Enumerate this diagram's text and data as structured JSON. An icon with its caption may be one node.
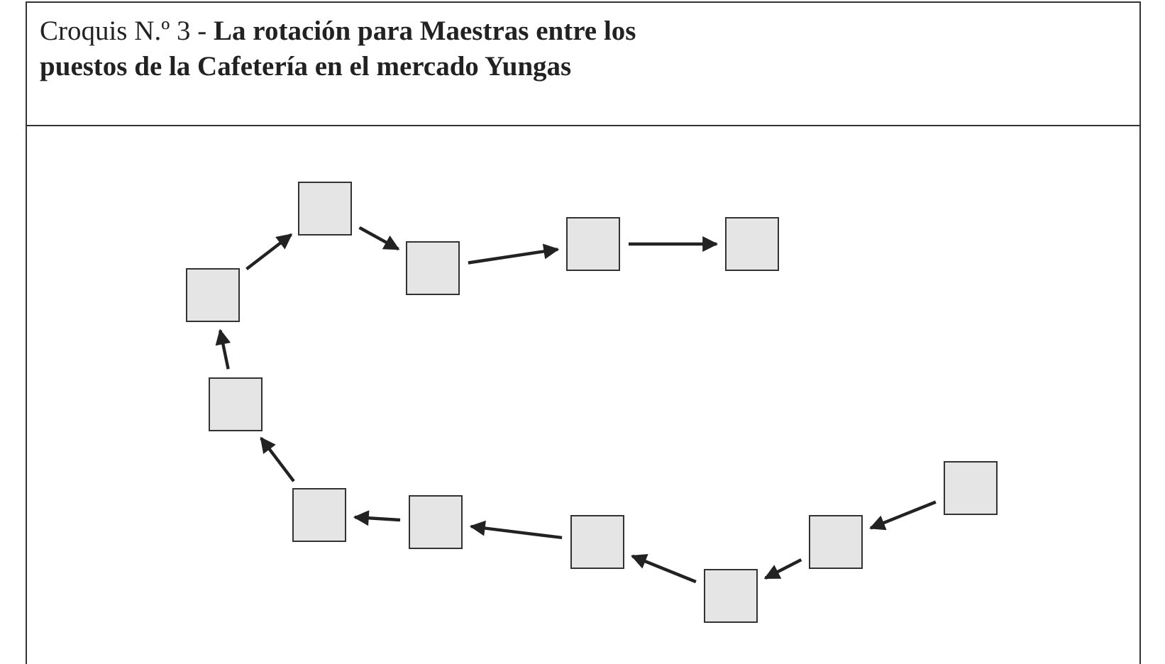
{
  "diagram": {
    "title": "Croquis N.º 3 - **La rotación para Maestras entre los puestos de la Cafetería en el mercado Yungas**",
    "nodes": [
      {
        "text": [],
        "shape": "box"
      },
      {
        "text": [],
        "shape": "box"
      },
      {
        "text": [],
        "shape": "box"
      },
      {
        "text": [],
        "shape": "box"
      },
      {
        "text": [],
        "shape": "box"
      },
      {
        "text": [],
        "shape": "box"
      },
      {
        "text": [],
        "shape": "box"
      },
      {
        "text": [],
        "shape": "box"
      },
      {
        "text": [],
        "shape": "box"
      },
      {
        "text": [],
        "shape": "box"
      },
      {
        "text": [],
        "shape": "box"
      },
      {
        "text": [],
        "shape": "box"
      }
    ],
    "edges": [
      {
        "from": 11,
        "to": 10,
        "arrow": "to"
      },
      {
        "from": 10,
        "to": 8,
        "arrow": "to"
      },
      {
        "from": 8,
        "to": 7,
        "arrow": "to"
      },
      {
        "from": 7,
        "to": 5,
        "arrow": "to"
      },
      {
        "from": 5,
        "to": 2,
        "arrow": "to"
      },
      {
        "from": 2,
        "to": 1,
        "arrow": "to"
      },
      {
        "from": 1,
        "to": 0,
        "arrow": "to"
      },
      {
        "from": 0,
        "to": 3,
        "arrow": "to"
      },
      {
        "from": 3,
        "to": 4,
        "arrow": "to"
      },
      {
        "from": 4,
        "to": 6,
        "arrow": "to"
      },
      {
        "from": 6,
        "to": 9,
        "arrow": "to"
      }
    ]
  }
}
